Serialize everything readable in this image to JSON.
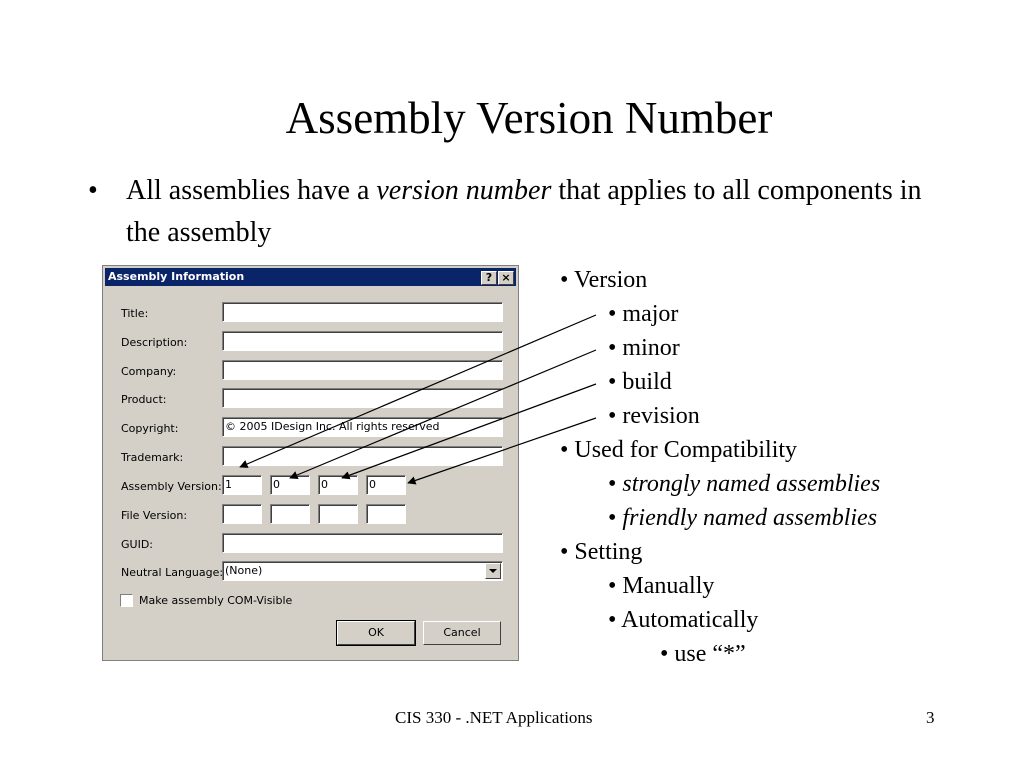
{
  "slide": {
    "title": "Assembly Version Number",
    "bullet": {
      "dot": "•",
      "before": "All assemblies have a ",
      "emph": "version number",
      "after": " that applies to all components in the assembly"
    },
    "list": [
      {
        "level": 1,
        "text": "Version",
        "italic": false
      },
      {
        "level": 2,
        "text": "major",
        "italic": false
      },
      {
        "level": 2,
        "text": "minor",
        "italic": false
      },
      {
        "level": 2,
        "text": "build",
        "italic": false
      },
      {
        "level": 2,
        "text": "revision",
        "italic": false
      },
      {
        "level": 1,
        "text": "Used for Compatibility",
        "italic": false
      },
      {
        "level": 2,
        "text": "strongly named assemblies",
        "italic": true
      },
      {
        "level": 2,
        "text": "friendly named assemblies",
        "italic": true
      },
      {
        "level": 1,
        "text": "Setting",
        "italic": false
      },
      {
        "level": 2,
        "text": "Manually",
        "italic": false
      },
      {
        "level": 2,
        "text": "Automatically",
        "italic": false
      },
      {
        "level": 3,
        "text": "use “*”",
        "italic": false
      }
    ],
    "footer": {
      "course": "CIS 330 - .NET Applications",
      "page": "3"
    }
  },
  "dialog": {
    "title": "Assembly Information",
    "help_btn": "?",
    "close_btn": "×",
    "fields": {
      "title_label": "Title:",
      "title_value": "",
      "description_label": "Description:",
      "description_value": "",
      "company_label": "Company:",
      "company_value": "",
      "product_label": "Product:",
      "product_value": "",
      "copyright_label": "Copyright:",
      "copyright_value": "© 2005 IDesign Inc. All rights reserved",
      "trademark_label": "Trademark:",
      "trademark_value": "",
      "assembly_version_label": "Assembly Version:",
      "assembly_version": [
        "1",
        "0",
        "0",
        "0"
      ],
      "file_version_label": "File Version:",
      "file_version": [
        "",
        "",
        "",
        ""
      ],
      "guid_label": "GUID:",
      "guid_value": "",
      "neutral_language_label": "Neutral Language:",
      "neutral_language_value": "(None)"
    },
    "com_visible_label": "Make assembly COM-Visible",
    "com_visible_checked": false,
    "ok_label": "OK",
    "cancel_label": "Cancel"
  }
}
